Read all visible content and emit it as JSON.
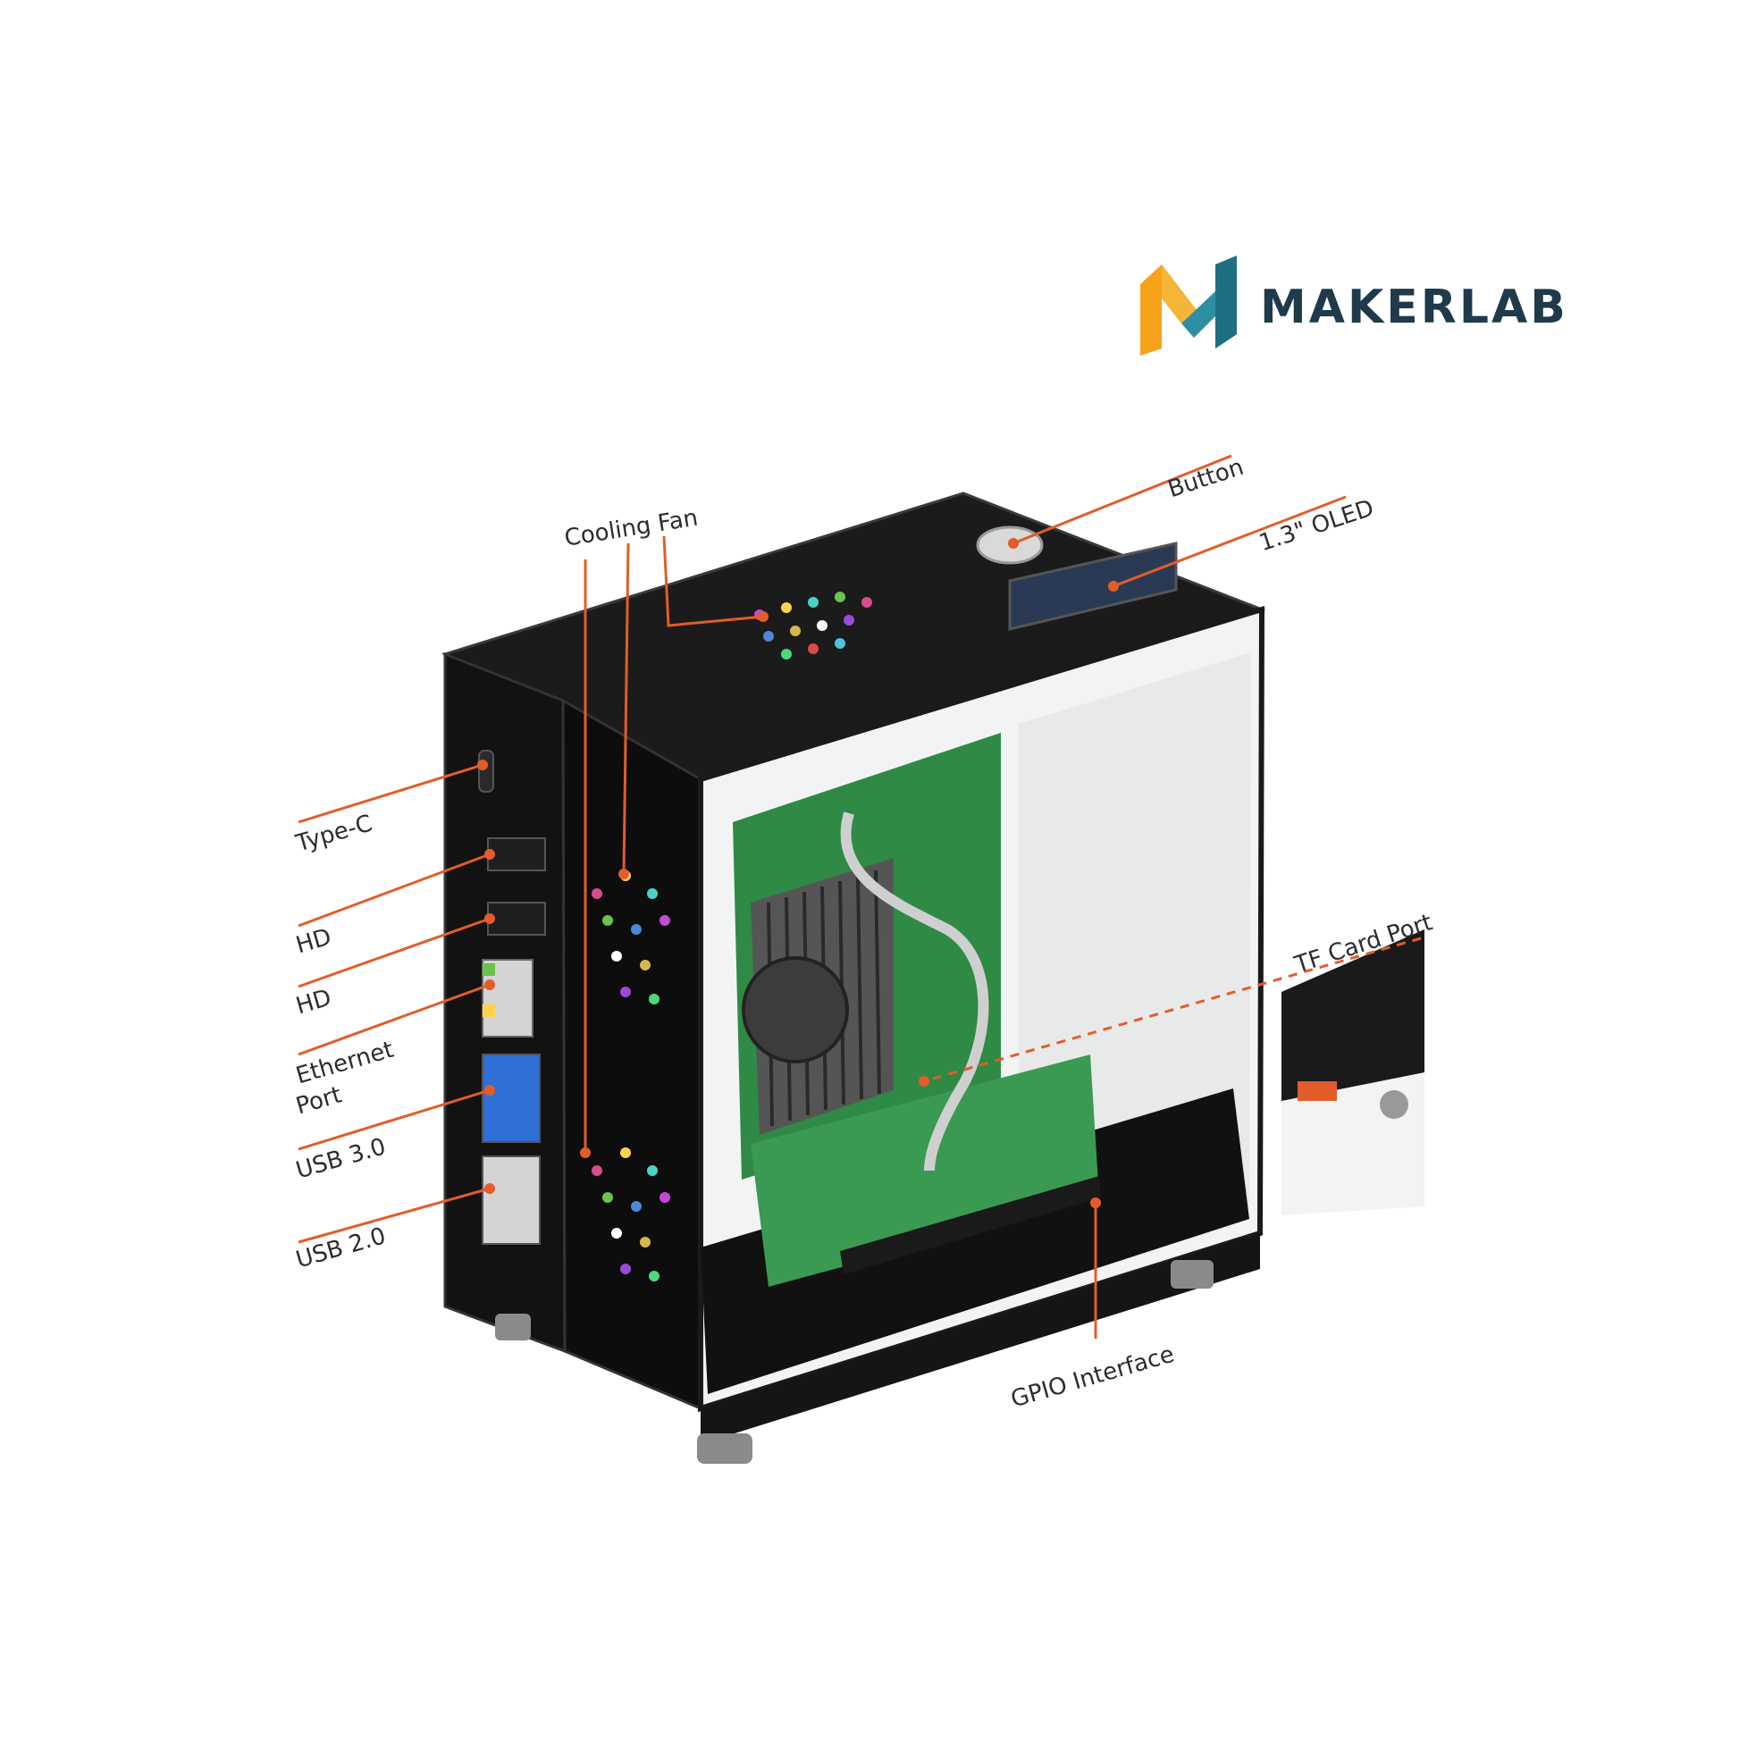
{
  "brand": {
    "name": "MAKERLAB",
    "colors": {
      "orange": "#f7a21b",
      "teal": "#2f8fa2",
      "text": "#1f3a4a"
    }
  },
  "callouts": {
    "cooling_fan": "Cooling Fan",
    "button": "Button",
    "oled": "1.3\" OLED",
    "type_c": "Type-C",
    "hd_1": "HD",
    "hd_2": "HD",
    "ethernet_line1": "Ethernet",
    "ethernet_line2": "Port",
    "usb3": "USB 3.0",
    "usb2": "USB 2.0",
    "tf_card": "TF Card Port",
    "gpio": "GPIO Interface"
  },
  "colors": {
    "leader": "#e25d2a",
    "case": "#141414",
    "pcb": "#2f8a46"
  }
}
